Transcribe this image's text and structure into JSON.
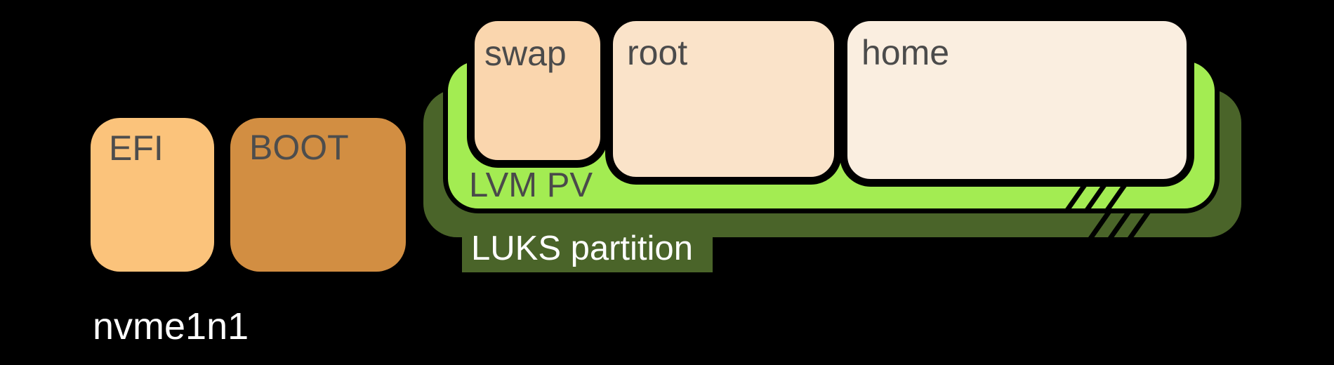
{
  "diagram": {
    "background_color": "#000000",
    "hatch_color": "#000000",
    "disk": {
      "label": "nvme1n1",
      "label_color": "#ffffff"
    },
    "efi": {
      "label": "EFI",
      "fill": "#fbc37b",
      "label_color": "#4d4d4d"
    },
    "boot": {
      "label": "BOOT",
      "fill": "#d28e42",
      "label_color": "#4d4d4d"
    },
    "luks": {
      "label": "LUKS partition",
      "fill": "#4a6429",
      "label_color": "#ffffff"
    },
    "lvm": {
      "label": "LVM PV",
      "fill": "#a3ec52",
      "label_color": "#4a4a4a"
    },
    "swap": {
      "label": "swap",
      "fill": "#fad6ae",
      "label_color": "#4b4b4b"
    },
    "root": {
      "label": "root",
      "fill": "#fae3c9",
      "label_color": "#4b4b4b"
    },
    "home": {
      "label": "home",
      "fill": "#faeee0",
      "label_color": "#4b4b4b"
    }
  }
}
